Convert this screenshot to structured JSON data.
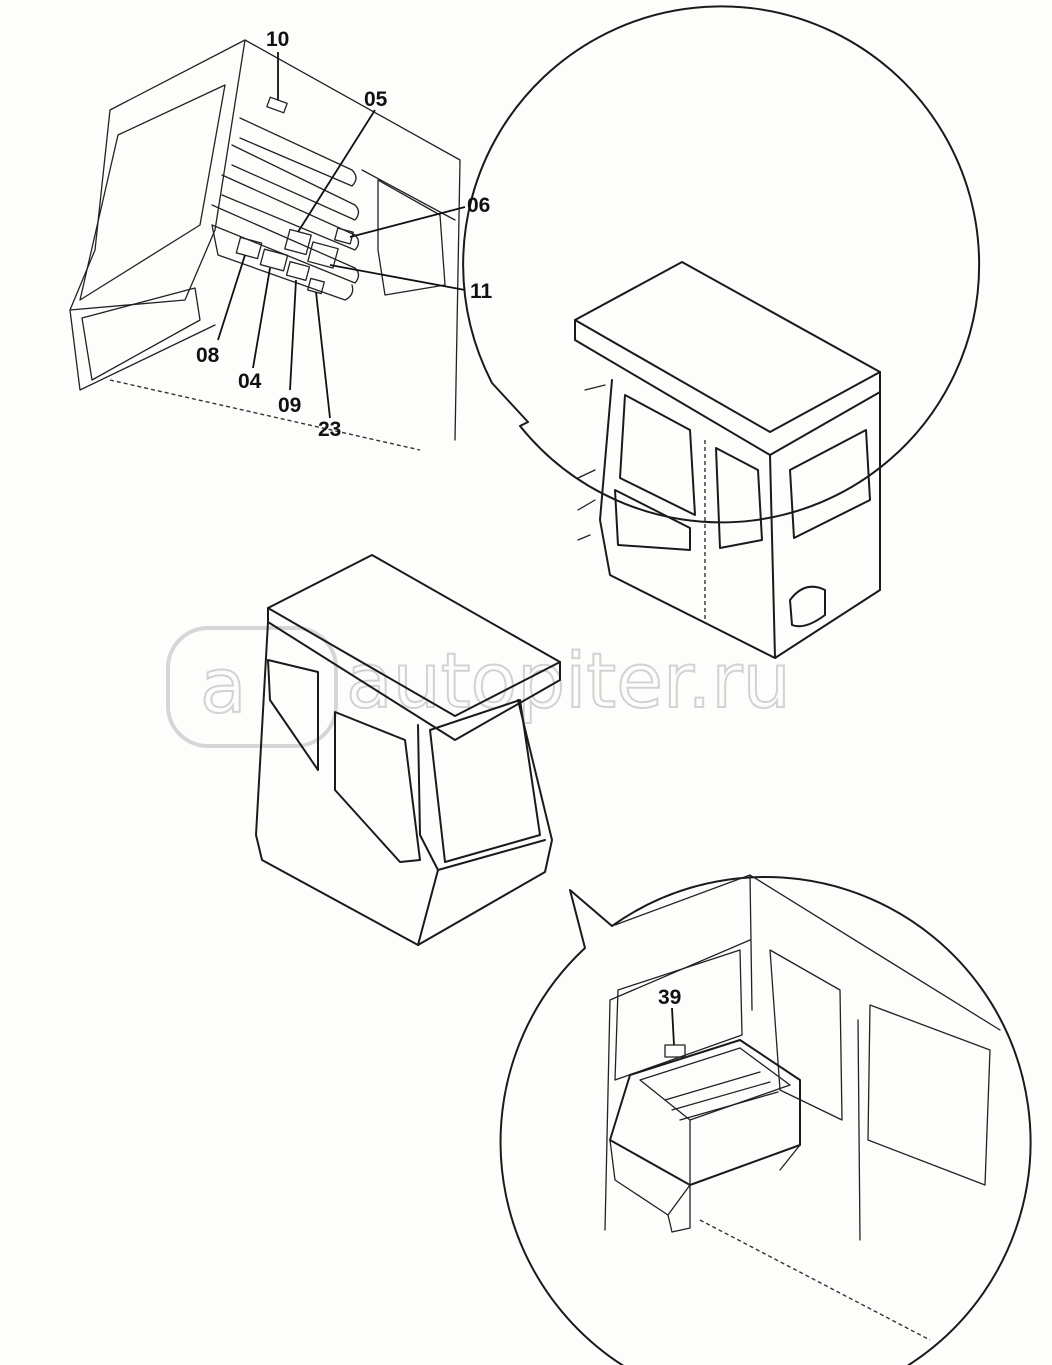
{
  "labels": {
    "p10": "10",
    "p05": "05",
    "p06": "06",
    "p11": "11",
    "p08": "08",
    "p04": "04",
    "p09": "09",
    "p23": "23",
    "p39": "39"
  },
  "watermark": {
    "text": "autopiter.ru"
  }
}
